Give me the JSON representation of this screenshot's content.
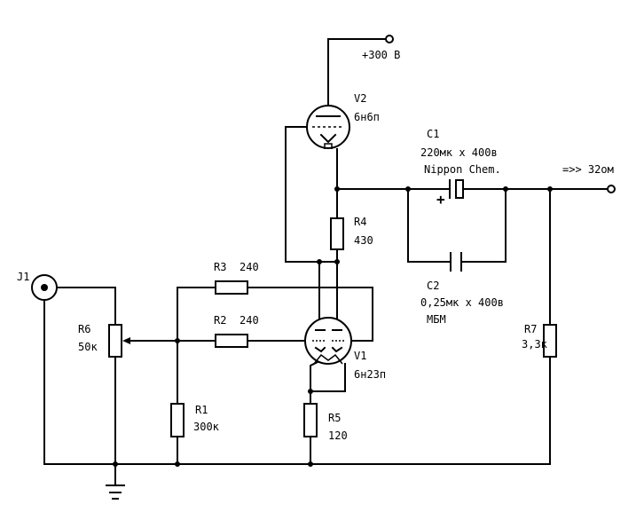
{
  "supply": {
    "label": "+300 В"
  },
  "output": {
    "label": "=>> 32ом"
  },
  "components": {
    "v2": {
      "ref": "V2",
      "type": "6н6п"
    },
    "v1": {
      "ref": "V1",
      "type": "6н23п"
    },
    "c1": {
      "ref": "C1",
      "value": "220мк х 400в",
      "maker": "Nippon Chem.",
      "polarity": "+"
    },
    "c2": {
      "ref": "C2",
      "value": "0,25мк х 400в",
      "type": "МБМ"
    },
    "r1": {
      "ref": "R1",
      "value": "300к"
    },
    "r2": {
      "ref": "R2",
      "value": "240"
    },
    "r3": {
      "ref": "R3",
      "value": "240"
    },
    "r4": {
      "ref": "R4",
      "value": "430"
    },
    "r5": {
      "ref": "R5",
      "value": "120"
    },
    "r6": {
      "ref": "R6",
      "value": "50к"
    },
    "r7": {
      "ref": "R7",
      "value": "3,3к"
    },
    "j1": {
      "ref": "J1"
    }
  }
}
